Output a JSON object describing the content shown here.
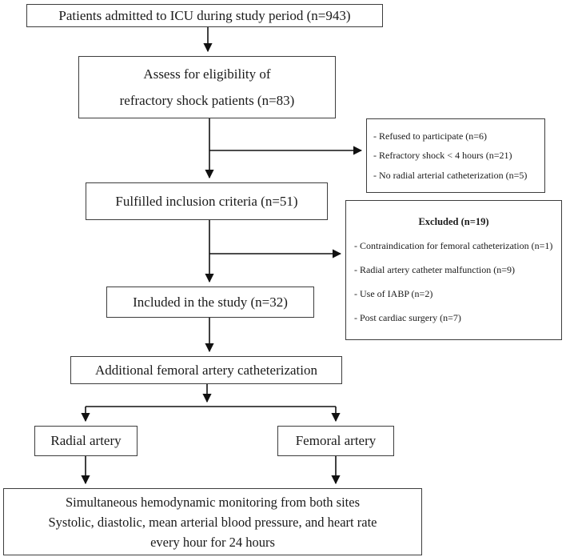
{
  "figure": {
    "icu_admitted": "Patients admitted to ICU during study period (n=943)",
    "eligibility": {
      "line1": "Assess for eligibility of",
      "line2": "refractory shock patients (n=83)"
    },
    "exclusion_eligibility": {
      "items": [
        "- Refused to participate (n=6)",
        "- Refractory shock < 4 hours (n=21)",
        "- No radial arterial catheterization (n=5)"
      ]
    },
    "inclusion_criteria": "Fulfilled inclusion criteria (n=51)",
    "excluded": {
      "title": "Excluded (n=19)",
      "items": [
        "- Contraindication for femoral catheterization (n=1)",
        "- Radial artery catheter malfunction (n=9)",
        "- Use of IABP (n=2)",
        "- Post cardiac surgery (n=7)"
      ]
    },
    "included_study": "Included in the study (n=32)",
    "femoral_catheterization": "Additional femoral artery catheterization",
    "radial_artery": "Radial artery",
    "femoral_artery": "Femoral artery",
    "monitoring": {
      "line1": "Simultaneous hemodynamic monitoring from both sites",
      "line2": "Systolic, diastolic, mean arterial blood pressure, and heart rate",
      "line3": "every hour for 24 hours"
    }
  },
  "colors": {
    "background": "#ffffff",
    "box_border": "#3d3d3d",
    "line": "#111111",
    "text": "#1a1a1a"
  }
}
